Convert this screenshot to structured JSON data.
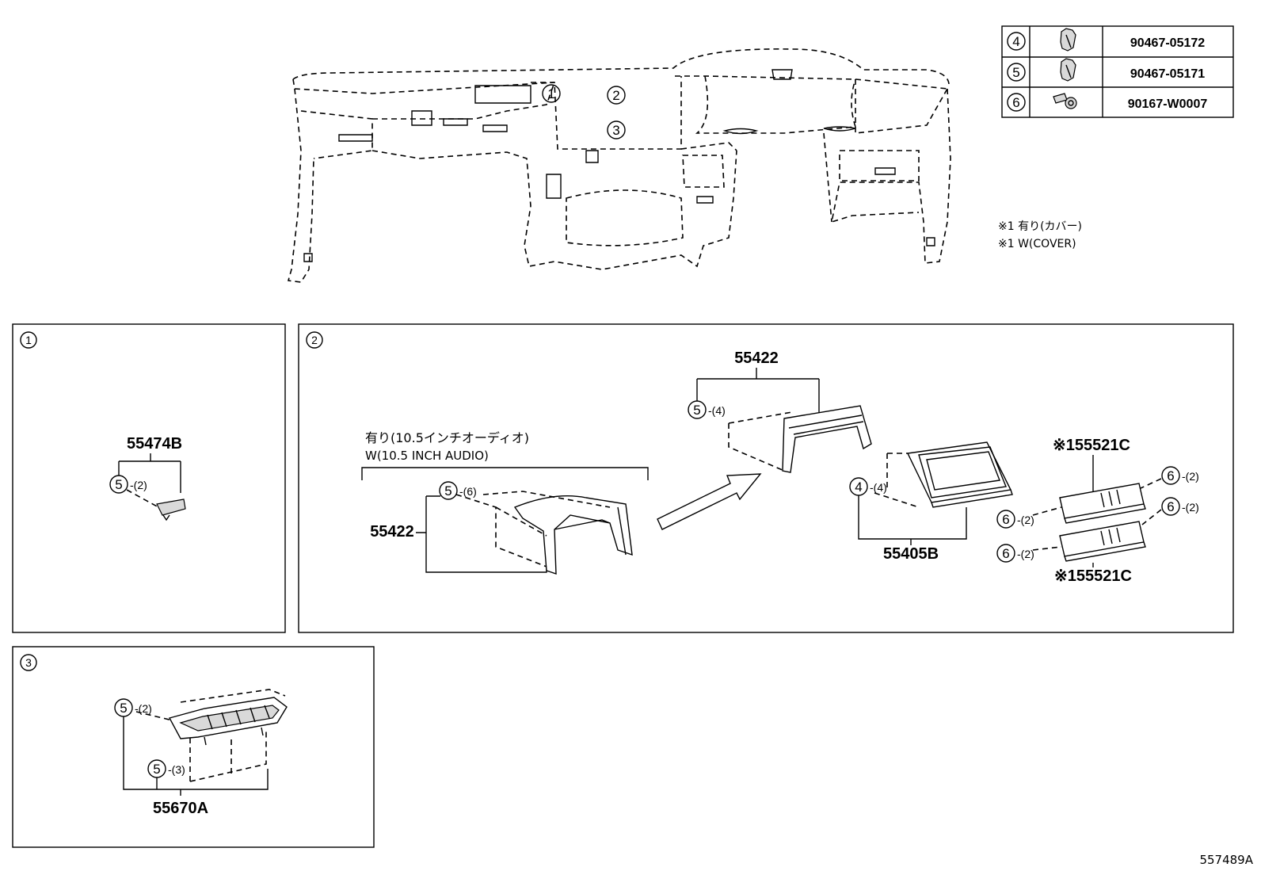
{
  "fastener_table": [
    {
      "ref": "4",
      "part_no": "90467-05172",
      "icon": "clip-icon"
    },
    {
      "ref": "5",
      "part_no": "90467-05171",
      "icon": "clip-icon"
    },
    {
      "ref": "6",
      "part_no": "90167-W0007",
      "icon": "screw-icon"
    }
  ],
  "notes": {
    "line_jp": "※1 有り(カバー)",
    "line_en": "※1 W(COVER)"
  },
  "overview": {
    "callouts": [
      "1",
      "2",
      "3"
    ]
  },
  "panel1": {
    "id": "1",
    "part_label": "55474B",
    "fastener_ref": "5",
    "qty": "-(2)"
  },
  "panel2": {
    "id": "2",
    "condition_jp": "有り(10.5インチオーディオ)",
    "condition_en": "W(10.5 INCH AUDIO)",
    "left_part_label": "55422",
    "left_fastener_ref": "5",
    "left_qty": "-(6)",
    "top_part_label": "55422",
    "top_fastener_ref": "5",
    "top_qty": "-(4)",
    "display_part_label": "55405B",
    "display_fastener_ref": "4",
    "display_qty": "-(4)",
    "cover_upper_label": "※155521C",
    "cover_lower_label": "※155521C",
    "cover_fasteners": [
      {
        "ref": "6",
        "qty": "-(2)"
      },
      {
        "ref": "6",
        "qty": "-(2)"
      },
      {
        "ref": "6",
        "qty": "-(2)"
      },
      {
        "ref": "6",
        "qty": "-(2)"
      }
    ]
  },
  "panel3": {
    "id": "3",
    "part_label": "55670A",
    "fastener_top_ref": "5",
    "fastener_top_qty": "-(2)",
    "fastener_bottom_ref": "5",
    "fastener_bottom_qty": "-(3)"
  },
  "diagram_code": "557489A"
}
